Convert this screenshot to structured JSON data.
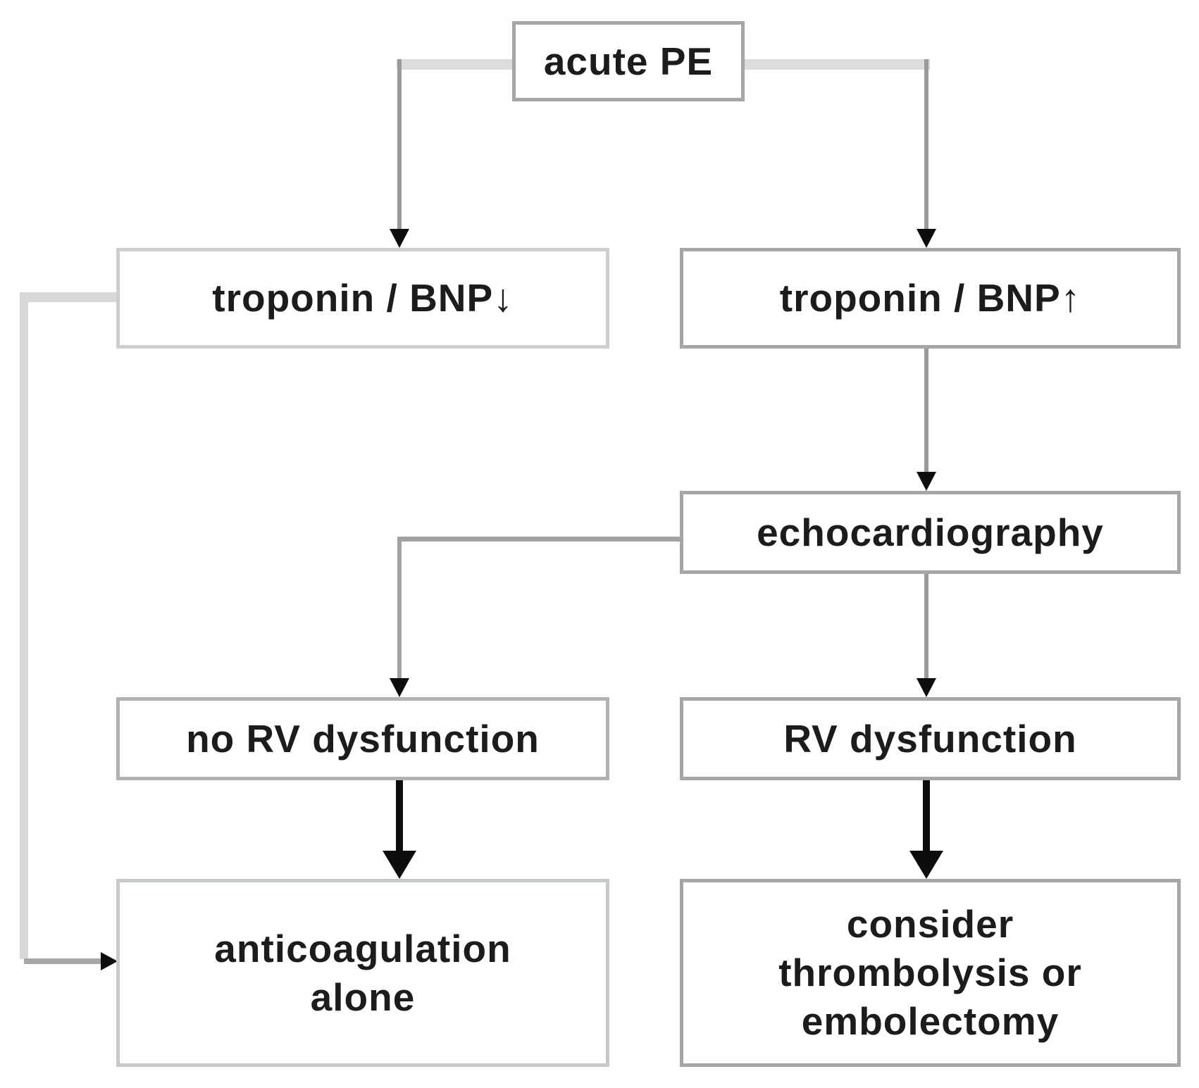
{
  "diagram": {
    "background": "#ffffff",
    "nodes": [
      {
        "id": "acute-pe",
        "label": "acute PE"
      },
      {
        "id": "troponin-bnp-low",
        "label": "troponin / BNP↓"
      },
      {
        "id": "troponin-bnp-high",
        "label": "troponin / BNP↑"
      },
      {
        "id": "echocardiography",
        "label": "echocardiography"
      },
      {
        "id": "no-rv-dysfunction",
        "label": "no RV dysfunction"
      },
      {
        "id": "rv-dysfunction",
        "label": "RV dysfunction"
      },
      {
        "id": "anticoagulation-alone",
        "label": "anticoagulation\nalone"
      },
      {
        "id": "consider-thrombolysis-or-embolectomy",
        "label": "consider\nthrombolysis or\nembolectomy"
      }
    ],
    "edges": [
      {
        "from": "acute-pe",
        "to": "troponin-bnp-low",
        "style": "thin-gray",
        "arrow": "small-black"
      },
      {
        "from": "acute-pe",
        "to": "troponin-bnp-high",
        "style": "thin-gray",
        "arrow": "small-black"
      },
      {
        "from": "troponin-bnp-high",
        "to": "echocardiography",
        "style": "thin-gray",
        "arrow": "small-black"
      },
      {
        "from": "echocardiography",
        "to": "no-rv-dysfunction",
        "style": "thin-gray",
        "arrow": "small-black"
      },
      {
        "from": "echocardiography",
        "to": "rv-dysfunction",
        "style": "thin-gray",
        "arrow": "small-black"
      },
      {
        "from": "no-rv-dysfunction",
        "to": "anticoagulation-alone",
        "style": "thick-black",
        "arrow": "large-black"
      },
      {
        "from": "rv-dysfunction",
        "to": "consider-thrombolysis-or-embolectomy",
        "style": "thick-black",
        "arrow": "large-black"
      },
      {
        "from": "troponin-bnp-low",
        "to": "anticoagulation-alone",
        "style": "thin-gray",
        "arrow": "small-black"
      }
    ],
    "colors": {
      "border_dark": "#a6a6a6",
      "border_light": "#cecece",
      "line_light": "#d9d9d9",
      "line_mid": "#9a9a9a",
      "arrow_black": "#0d0d0d",
      "text": "#1c1c1c"
    }
  }
}
